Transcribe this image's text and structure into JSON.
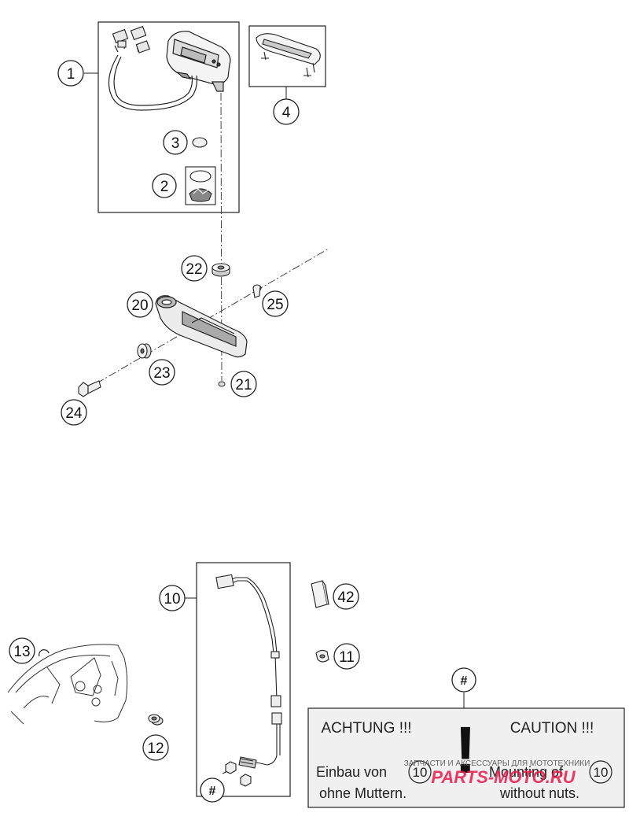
{
  "callouts": {
    "c1": "1",
    "c2": "2",
    "c3": "3",
    "c4": "4",
    "c10": "10",
    "c11": "11",
    "c12": "12",
    "c13": "13",
    "c20": "20",
    "c21": "21",
    "c22": "22",
    "c23": "23",
    "c24": "24",
    "c25": "25",
    "c42": "42"
  },
  "hash_marks": {
    "top": "#",
    "bottom": "#"
  },
  "note": {
    "de_title": "ACHTUNG !!!",
    "en_title": "CAUTION !!!",
    "de_line1_pre": "Einbau von",
    "de_line1_num": "10",
    "de_line2": "ohne Muttern.",
    "en_line1_pre": "Mounting of",
    "en_line1_num": "10",
    "en_line2": "without nuts.",
    "warning_glyph": "!"
  },
  "watermark": {
    "line1": "ЗАПЧАСТИ И АКСЕССУАРЫ ДЛЯ МОТОТЕХНИКИ",
    "line2": "PARTS-MOTO.RU"
  },
  "colors": {
    "ink": "#222222",
    "note_bg": "#f0f0f0",
    "watermark": "#e6194b"
  }
}
